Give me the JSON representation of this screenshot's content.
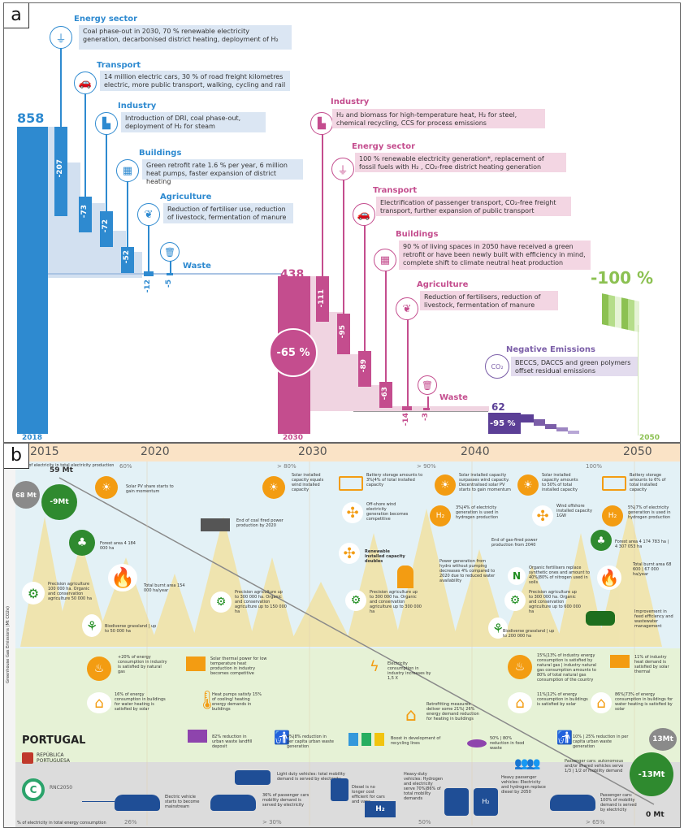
{
  "panel_a": {
    "label": "a",
    "years": {
      "y2018": "2018",
      "y2030": "2030",
      "y2050": "2050"
    },
    "totals": {
      "t2018": "858",
      "t2030": "438",
      "t2050": "62"
    },
    "reduction_2030": "-65 %",
    "reduction_2050": "-95 %",
    "target": "-100 %",
    "phase1": {
      "energy": {
        "title": "Energy sector",
        "text": "Coal phase-out in 2030, 70 % renewable electricity generation, decarbonised district heating, deployment of H₂",
        "value": "-207",
        "icon": "plug-icon"
      },
      "transport": {
        "title": "Transport",
        "text": "14 million electric cars, 30 % of road freight kilometres electric, more public transport, walking, cycling and rail",
        "value": "-73",
        "icon": "car-icon"
      },
      "industry": {
        "title": "Industry",
        "text": "Introduction of DRI, coal phase-out, deployment of H₂ for steam",
        "value": "-72",
        "icon": "factory-icon"
      },
      "buildings": {
        "title": "Buildings",
        "text": "Green retrofit rate 1.6 % per year, 6 million heat pumps, faster expansion of district heating",
        "value": "-52",
        "icon": "building-icon"
      },
      "agriculture": {
        "title": "Agriculture",
        "text": "Reduction of fertiliser use, reduction of livestock, fermentation of manure",
        "value": "-12",
        "icon": "leaf-icon"
      },
      "waste": {
        "title": "Waste",
        "value": "-5",
        "icon": "trash-icon"
      }
    },
    "phase2": {
      "industry": {
        "title": "Industry",
        "text": "H₂ and biomass for high-temperature heat, H₂ for steel, chemical recycling, CCS for process emissions",
        "value": "-111",
        "icon": "factory-icon"
      },
      "energy": {
        "title": "Energy sector",
        "text": "100 % renewable electricity generation*, replacement of fossil fuels with H₂ , CO₂-free district heating generation",
        "value": "-95",
        "icon": "plug-icon"
      },
      "transport": {
        "title": "Transport",
        "text": "Electrification of passenger transport, CO₂-free freight transport, further expansion of public transport",
        "value": "-89",
        "icon": "car-icon"
      },
      "buildings": {
        "title": "Buildings",
        "text": "90 % of living spaces in 2050 have received a green retrofit or have been newly built with efficiency in mind, complete shift to climate neutral heat production",
        "value": "-63",
        "icon": "building-icon"
      },
      "agriculture": {
        "title": "Agriculture",
        "text": "Reduction of fertilisers, reduction of livestock, fermentation of manure",
        "value": "-14",
        "icon": "leaf-icon"
      },
      "waste": {
        "title": "Waste",
        "value": "-3",
        "icon": "trash-icon"
      },
      "negative": {
        "title": "Negative Emissions",
        "text": "BECCS, DACCS and green polymers offset residual emissions",
        "icon": "co2-icon"
      }
    },
    "colors": {
      "blue": "#2e8ad0",
      "lightblue": "#d2e0f0",
      "pink": "#c44d8e",
      "lightpink": "#f0d4e1",
      "purple": "#5b3f96",
      "green": "#8cc152"
    }
  },
  "panel_b": {
    "label": "b",
    "decades": [
      "2015",
      "2020",
      "2030",
      "2040",
      "2050"
    ],
    "share_labels": [
      "60%",
      "> 80%",
      "> 90%",
      "100%"
    ],
    "share_axis": "% of electricity in total electricity production",
    "bottom_shares": [
      "26%",
      "> 30%",
      "50%",
      "> 65%"
    ],
    "bottom_axis": "% of electricity in total energy consumption",
    "y_axis": "Greenhouse Gas Emissions (Mt CO2e)",
    "emissions": {
      "start_total": "68 Mt",
      "start_net": "59 Mt",
      "sink_start": "-9Mt",
      "end_total": "13Mt",
      "sink_end": "-13Mt",
      "end_net": "0 Mt"
    },
    "country": "PORTUGAL",
    "republic": "REPÚBLICA PORTUGUESA",
    "rnc": "RNC2050",
    "notes": {
      "pv_momentum": "Solar PV share starts to gain momentum",
      "solar_wind": "Solar installed capacity equals wind installed capacity",
      "battery_3": "Battery storage amounts to 3%|4% of total installed capacity",
      "solar_surpass": "Solar installed capacity surpasses wind capacity. Decentralised solar PV starts to gain momentum",
      "solar_50": "Solar installed capacity amounts to 50% of total installed capacity",
      "battery_6": "Battery storage amounts to 6% of total installed capacity",
      "coal_end": "End of coal fired power production by 2020",
      "offshore": "Off-shore wind electricity generation becomes competitive",
      "h2_3": "3%|4% of electricity generation is used in hydrogen production",
      "gas_end": "End of gas-fired power production from 2040",
      "offshore_1gw": "Wind offshore installed capacity 1GW",
      "h2_5": "5%|7% of electricity generation is used in hydrogen production",
      "renew_double": "Renewable installed capacity doubles",
      "pumping": "Power generation from hydro without pumping decreases 4% compared to 2020 due to reduced water availability",
      "organic_fert": "Organic fertilisers replace synthetic ones and amount to 40%|80% of nitrogen used in soils",
      "forest_1": "Forest area 4 184 000 ha",
      "burnt_1": "Total burnt area 154 000 ha/year",
      "forest_2": "Forest area 4 174 783 ha | 4 307 053 ha",
      "burnt_2": "Total burnt area 68 600 | 67 000 ha/year",
      "prec_1": "Precision agriculture 100 000 ha. Organic and conservation agriculture 50 000 ha",
      "prec_2": "Precision agriculture up to 300 000 ha. Organic and conservation agriculture up to 150 000 ha",
      "prec_3": "Precision agriculture up to 300 000 ha. Organic and conservation agriculture up to 300 000 ha",
      "prec_4": "Precision agriculture up to 300 000 ha. Organic and conservation agriculture up to 600 000 ha",
      "grass_1": "Biodiverse grassland | up to 50 000 ha",
      "grass_2": "Biodiverse grassland | up to 200 000 ha",
      "livestock": "Improvement in feed efficiency and wastewater management",
      "ind_gas_1": "+20% of energy consumption in industry is satisfied by natural gas",
      "solar_thermal": "Solar thermal power for low temperature heat production in industry becomes competitive",
      "elec_ind": "Electricity consumption in industry increases by 1,5 X",
      "ind_gas_2": "15%|13% of industry energy consumption is satisfied by natural gas | industry natural gas consumption amounts to 80% of total natural gas consumption of the country",
      "ind_solar": "11% of industry heat demand is satisfied by solar thermal",
      "bld_solar_1": "16% of energy consumption in buildings for water heating is satisfied by solar",
      "heat_pump": "Heat pumps satisfy 15% of cooling/ heating energy demands in buildings",
      "retrofit": "Retrofitting measures deliver some 21%| 26% energy demand reduction for heating in buildings",
      "bld_elec": "11%|12% of energy consumption in buildings is satisfied by solar",
      "bld_solar_2": "86%|73% of energy consumption in buildings for water heating is satisfied by solar",
      "landfill": "82% reduction in urban waste landfill deposit",
      "waste_red": "4%|8% reduction in per capita urban waste generation",
      "recycling": "Boost in development of recycling lines",
      "food_waste": "50% | 80% reduction in food waste",
      "urban_waste": "10% | 25% reduction in per capita urban waste generation",
      "ev_main": "Electric vehicle starts to become mainstream",
      "light_duty": "Light duty vehicles: total mobility demand is served by electricity",
      "pass_cars_36": "36% of passenger cars mobility demand is served by electricity",
      "diesel": "Diesel is no longer cost efficient for cars and vans",
      "heavy_duty": "Heavy-duty vehicles: Hydrogen and electricity serve 70%|86% of total mobility demands",
      "heavy_pass": "Heavy passenger vehicles: Electricity and hydrogen replace diesel by 2050",
      "autonomous": "Passenger cars: autonomous and/or shared vehicles serve 1/3 | 1/2 of mobility demand",
      "pass_cars_100": "Passenger cars: 100% of mobility demand is served by electricity"
    }
  }
}
